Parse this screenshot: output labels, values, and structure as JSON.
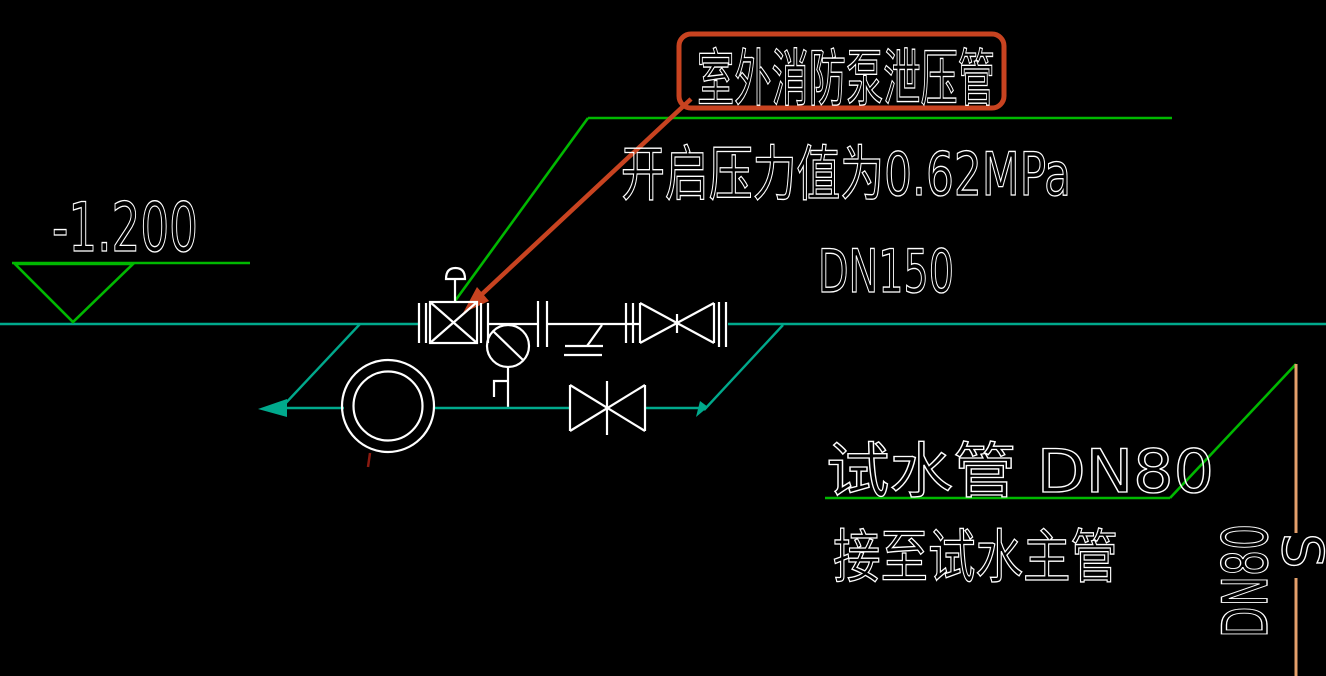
{
  "colors": {
    "background": "#000000",
    "line_white": "#ffffff",
    "pipe_teal": "#00a98c",
    "annotation_green": "#00b800",
    "highlight_red": "#c84320",
    "pipe_orange": "#e5a06b",
    "tick_dark_red": "#8b1a10"
  },
  "annotations": {
    "highlight_label": "室外消防泵泄压管",
    "pressure_note": "开启压力值为0.62MPa",
    "main_pipe_size": "DN150",
    "elevation": "-1.200",
    "test_pipe_label": "试水管 DN80",
    "test_pipe_note": "接至试水主管",
    "riser_size": "DN80",
    "riser_symbol": "S"
  }
}
